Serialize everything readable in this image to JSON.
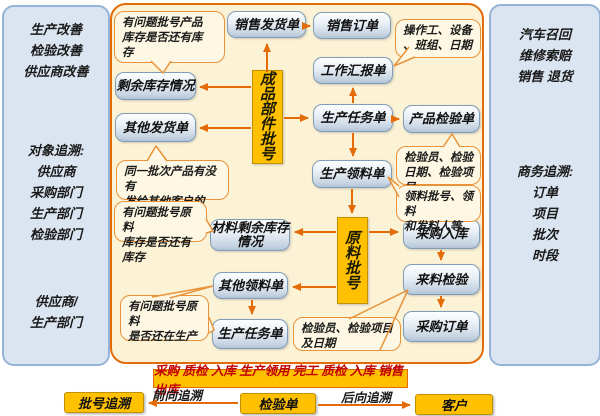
{
  "palette": {
    "accent_orange": "#e36c09",
    "gold": "#ffc000",
    "panel_blue": "#dbe5f1",
    "bar_text_red": "#c00000",
    "container_cream": "#fcf2d5"
  },
  "left_panel": {
    "improvements": "生产改善\n检验改善\n供应商改善",
    "object_trace": "对象追溯:\n供应商\n采购部门\n生产部门\n检验部门",
    "supplier_production": "供应商/\n生产部门"
  },
  "right_panel": {
    "recall": "汽车召回\n维修索赔\n销售 退货",
    "business_trace": "商务追溯:\n订单\n项目\n批次\n时段"
  },
  "hubs": {
    "finished_batch": "成品部件批号",
    "material_batch": "原料批号"
  },
  "nodes": {
    "sales_shipment": "销售发货单",
    "sales_order": "销售订单",
    "work_report": "工作汇报单",
    "production_task_top": "生产任务单",
    "product_inspection": "产品检验单",
    "production_picking": "生产领料单",
    "remaining_stock": "剩余库存情况",
    "other_shipment": "其他发货单",
    "material_remaining_stock": "材料剩余库存\n情况",
    "other_picking": "其他领料单",
    "production_task_bottom": "生产任务单",
    "purchase_inbound": "采购入库",
    "incoming_inspection": "来料检验",
    "purchase_order": "采购订单"
  },
  "callouts": {
    "product_stock_question": "有问题批号产品\n库存是否还有库\n存",
    "same_batch_question": "同一批次产品有没有\n发给其他客户的",
    "operator_info": "操作工、设备\n、班组、日期",
    "inspector_info_top": "检验员、检验\n日期、检验项目",
    "picking_info": "领料批号、领料\n和发料人等",
    "material_stock_question": "有问题批号原料\n库存是否还有库存",
    "material_in_production_question": "有问题批号原料\n是否还在生产",
    "inspector_info_bottom": "检验员、检验项目\n及日期"
  },
  "bottom": {
    "process_bar": "采购 质检 入库 生产领用 完工 质检 入库 销售出库",
    "batch_trace": "批号追溯",
    "forward_label": "前向追溯",
    "inspection_sheet": "检验单",
    "backward_label": "后向追溯",
    "customer": "客户"
  }
}
